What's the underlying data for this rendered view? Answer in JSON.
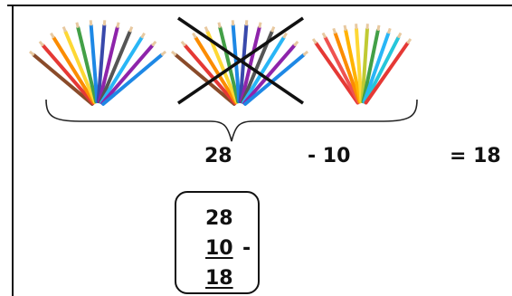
{
  "groups": [
    {
      "icon": "colored-pencils-fan-icon"
    },
    {
      "icon": "crossed-out-colored-pencils-icon"
    },
    {
      "icon": "colored-pencils-fan-icon"
    }
  ],
  "equation": {
    "total": "28",
    "minus": "- 10",
    "result": "= 18"
  },
  "column_subtraction": {
    "top": "28",
    "subtrahend": "10",
    "operator": "-",
    "answer": "18"
  },
  "colors": {
    "pencils": [
      "#8a4b2a",
      "#e53935",
      "#fb8c00",
      "#fdd835",
      "#43a047",
      "#1e88e5",
      "#3949ab",
      "#8e24aa",
      "#555555",
      "#29b6f6"
    ],
    "pencils_right": [
      "#e53935",
      "#ef5350",
      "#fb8c00",
      "#ffb300",
      "#fdd835",
      "#c0ca33",
      "#43a047",
      "#29b6f6",
      "#26c6da",
      "#e53935"
    ],
    "cross": "#111111"
  }
}
